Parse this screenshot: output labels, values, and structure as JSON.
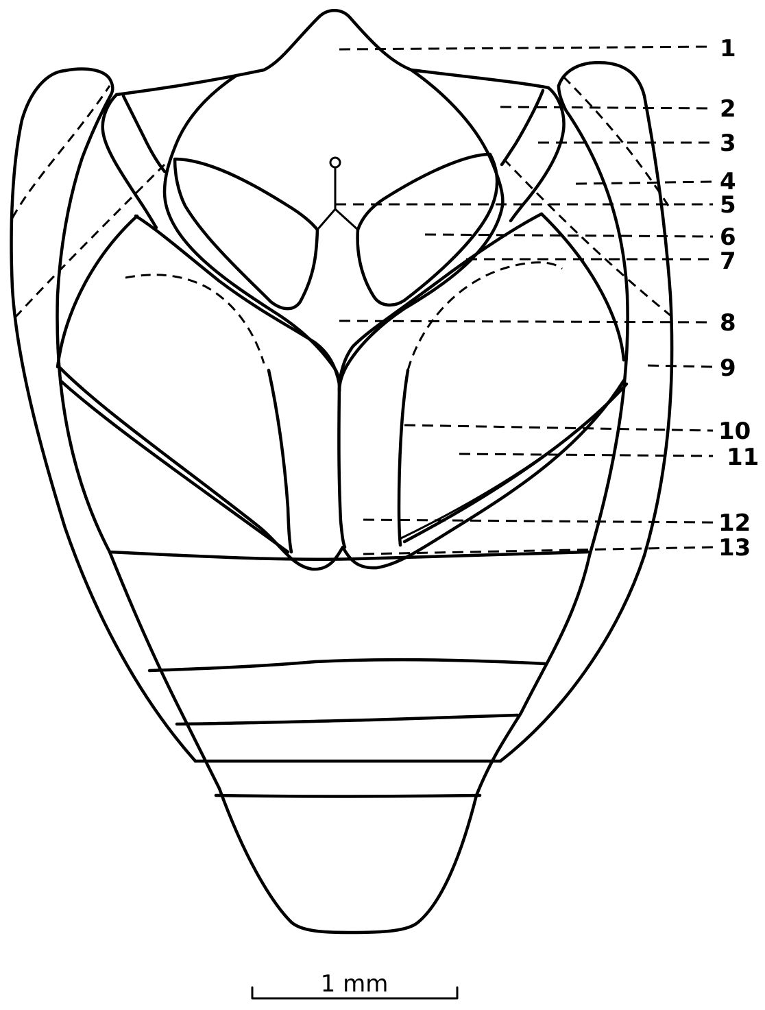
{
  "callouts": [
    {
      "number": "1"
    },
    {
      "number": "2"
    },
    {
      "number": "3"
    },
    {
      "number": "4"
    },
    {
      "number": "5"
    },
    {
      "number": "6"
    },
    {
      "number": "7"
    },
    {
      "number": "8"
    },
    {
      "number": "9"
    },
    {
      "number": "10"
    },
    {
      "number": "11"
    },
    {
      "number": "12"
    },
    {
      "number": "13"
    }
  ],
  "scale_bar": {
    "label": "1 mm"
  }
}
